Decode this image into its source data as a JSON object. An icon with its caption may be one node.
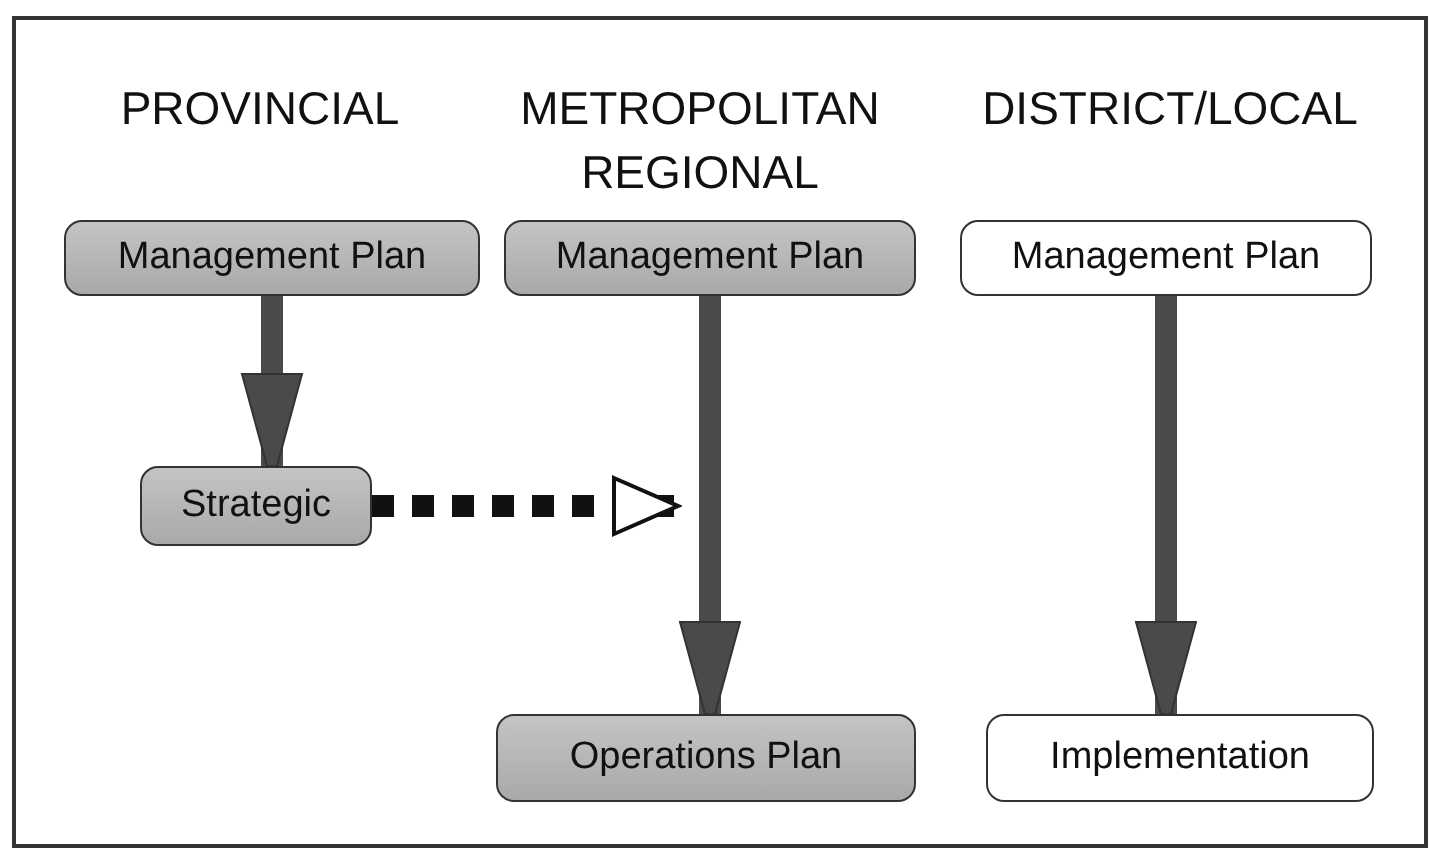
{
  "diagram": {
    "nodes": [
      {
        "text": [
          "Management Plan"
        ]
      },
      {
        "text": [
          "Management Plan"
        ]
      },
      {
        "text": [
          "Management Plan"
        ]
      },
      {
        "text": [
          "Strategic"
        ]
      },
      {
        "text": [
          "Operations Plan"
        ]
      },
      {
        "text": [
          "Implementation"
        ]
      }
    ],
    "edges": [
      {
        "from": 0,
        "to": 3,
        "arrow": "to"
      },
      {
        "from": 1,
        "to": 4,
        "arrow": "to"
      },
      {
        "from": 2,
        "to": 5,
        "arrow": "to"
      },
      {
        "from": 3,
        "to": null,
        "arrow": "to",
        "style": "dashed",
        "color": "#111111"
      }
    ],
    "labels": [
      "PROVINCIAL",
      "METROPOLITAN REGIONAL",
      "DISTRICT/LOCAL"
    ]
  }
}
